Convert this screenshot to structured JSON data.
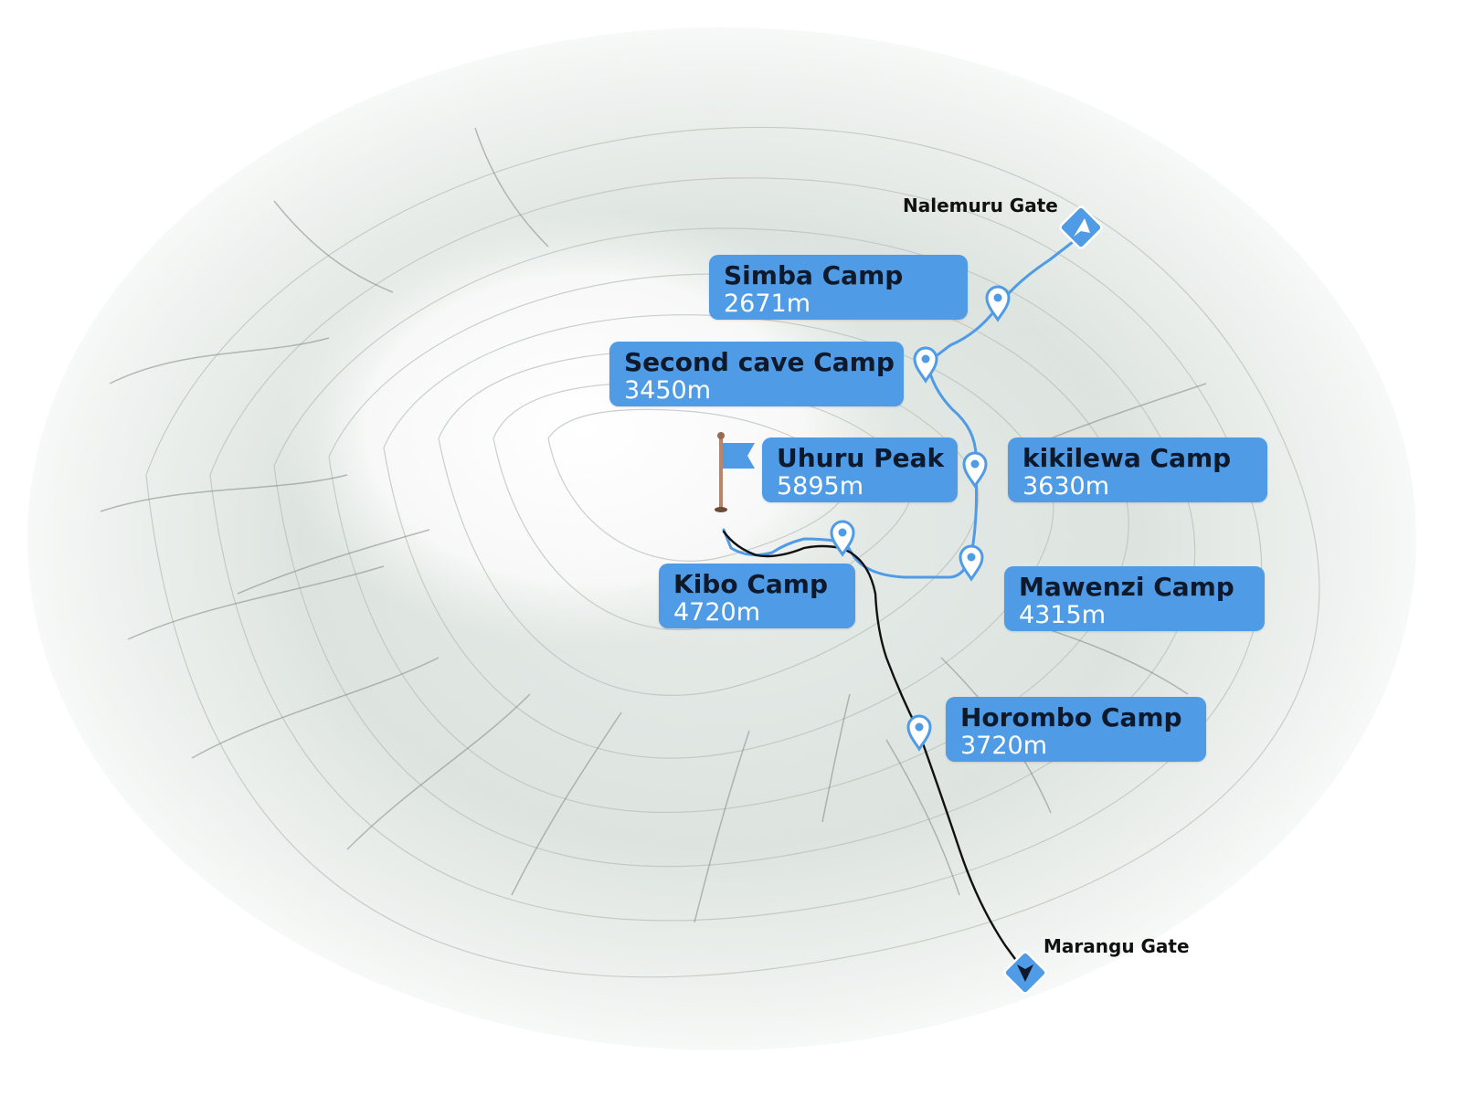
{
  "map": {
    "colors": {
      "route_blue": "#4f9be6",
      "route_black": "#111111",
      "card_bg": "#4f9be6",
      "terrain": "#dfe5e1"
    },
    "camps": [
      {
        "id": "simba",
        "name": "Simba Camp",
        "elevation": "2671m"
      },
      {
        "id": "second-cave",
        "name": "Second cave Camp",
        "elevation": "3450m"
      },
      {
        "id": "uhuru",
        "name": "Uhuru Peak",
        "elevation": "5895m"
      },
      {
        "id": "kikilewa",
        "name": "kikilewa Camp",
        "elevation": "3630m"
      },
      {
        "id": "kibo",
        "name": "Kibo Camp",
        "elevation": "4720m"
      },
      {
        "id": "mawenzi",
        "name": "Mawenzi Camp",
        "elevation": "4315m"
      },
      {
        "id": "horombo",
        "name": "Horombo Camp",
        "elevation": "3720m"
      }
    ],
    "gates": [
      {
        "id": "nalemuru",
        "name": "Nalemuru Gate",
        "icon": "navigation-arrow-icon"
      },
      {
        "id": "marangu",
        "name": "Marangu Gate",
        "icon": "navigation-arrow-icon"
      }
    ],
    "summit_icon": "summit-flag-icon",
    "pin_icon": "map-pin-icon"
  }
}
